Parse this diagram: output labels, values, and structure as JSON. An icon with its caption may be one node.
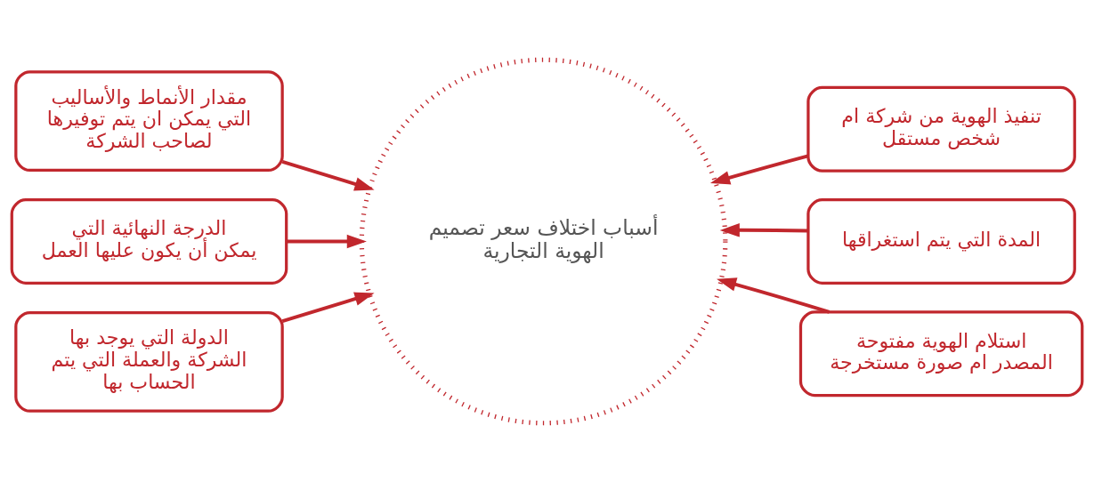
{
  "diagram": {
    "nodes": [
      {
        "text": [
          "تنفيذ الهوية من شركة ام شخص مستقل"
        ]
      },
      {
        "text": [
          "مقدار الأنماط والأساليب التي يمكن ان يتم توفيرها لصاحب الشركة"
        ]
      },
      {
        "text": [
          "المدة التي يتم استغراقها"
        ]
      },
      {
        "text": [
          "أسباب اختلاف سعر تصميم الهوية التجارية"
        ]
      },
      {
        "text": [
          "الدرجة النهائية التي يمكن أن يكون عليها العمل"
        ]
      },
      {
        "text": [
          "استلام الهوية مفتوحة المصدر ام صورة مستخرجة"
        ]
      },
      {
        "text": [
          "الدولة التي يوجد بها الشركة والعملة التي يتم الحساب بها"
        ]
      }
    ],
    "edges": [
      {
        "from": 0,
        "to": 3,
        "arrow": "to"
      },
      {
        "from": 1,
        "to": 3,
        "arrow": "to"
      },
      {
        "from": 2,
        "to": 3,
        "arrow": "to"
      },
      {
        "from": 4,
        "to": 3,
        "arrow": "to"
      },
      {
        "from": 5,
        "to": 3,
        "arrow": "to"
      },
      {
        "from": 6,
        "to": 3,
        "arrow": "to"
      }
    ]
  }
}
